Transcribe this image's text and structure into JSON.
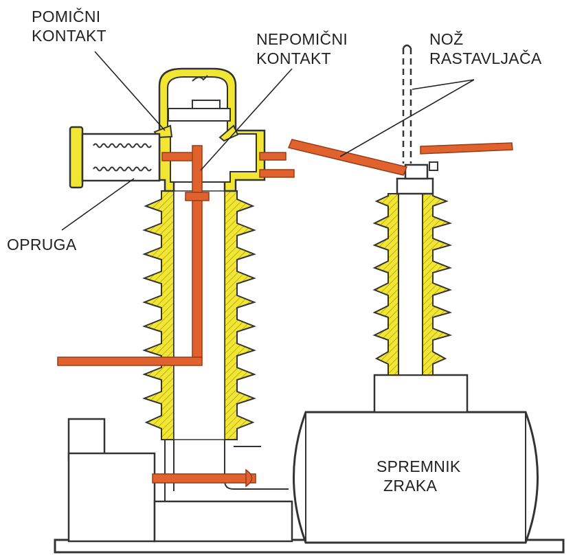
{
  "labels": {
    "moving_contact": [
      "POMIČNI",
      "KONTAKT"
    ],
    "fixed_contact": [
      "NEPOMIČNI",
      "KONTAKT"
    ],
    "disconnector_blade": [
      "NOŽ",
      "RASTAVLJAČA"
    ],
    "spring": "OPRUGA",
    "air_tank": [
      "SPREMNIK",
      "ZRAKA"
    ]
  },
  "colors": {
    "insulator": "#f2e634",
    "insulator_hatch": "#8c7a10",
    "conductor": "#e0622e",
    "conductor_dark": "#9a3a14",
    "outline": "#333333",
    "background": "#ffffff"
  }
}
